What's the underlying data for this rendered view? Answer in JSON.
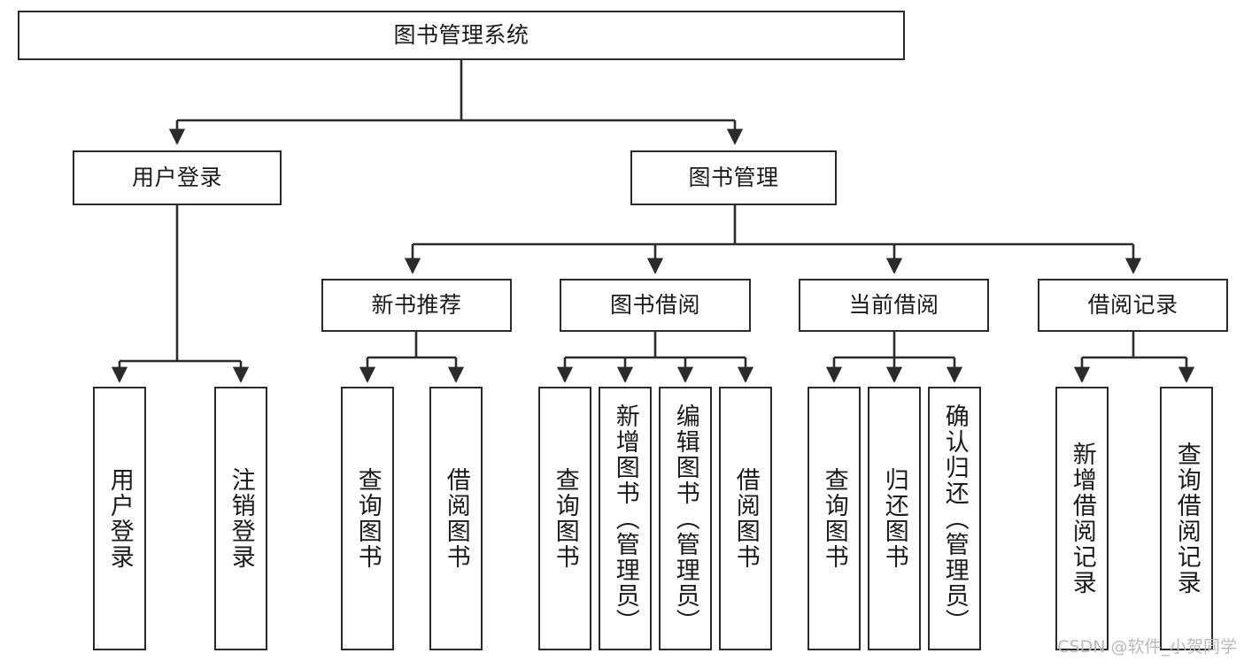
{
  "diagram": {
    "type": "tree",
    "title": "图书管理系统",
    "watermark": "CSDN @软件_小贺同学",
    "colors": {
      "box_border": "#2b2b2b",
      "box_fill": "#ffffff",
      "connector": "#2b2b2b",
      "text": "#1a1a1a",
      "watermark": "#b9b9b9"
    },
    "nodes": {
      "root": {
        "label": "图书管理系统"
      },
      "level2": [
        {
          "label": "用户登录"
        },
        {
          "label": "图书管理"
        }
      ],
      "level3": [
        {
          "label": "新书推荐"
        },
        {
          "label": "图书借阅"
        },
        {
          "label": "当前借阅"
        },
        {
          "label": "借阅记录"
        }
      ],
      "leaves": {
        "user_login": [
          {
            "label": "用户登录"
          },
          {
            "label": "注销登录"
          }
        ],
        "new_book_recommend": [
          {
            "label": "查询图书"
          },
          {
            "label": "借阅图书"
          }
        ],
        "book_borrow": [
          {
            "label": "查询图书"
          },
          {
            "label": "新增图书（管理员）"
          },
          {
            "label": "编辑图书（管理员）"
          },
          {
            "label": "借阅图书"
          }
        ],
        "current_borrow": [
          {
            "label": "查询图书"
          },
          {
            "label": "归还图书"
          },
          {
            "label": "确认归还（管理员）"
          }
        ],
        "borrow_record": [
          {
            "label": "新增借阅记录"
          },
          {
            "label": "查询借阅记录"
          }
        ]
      }
    }
  }
}
